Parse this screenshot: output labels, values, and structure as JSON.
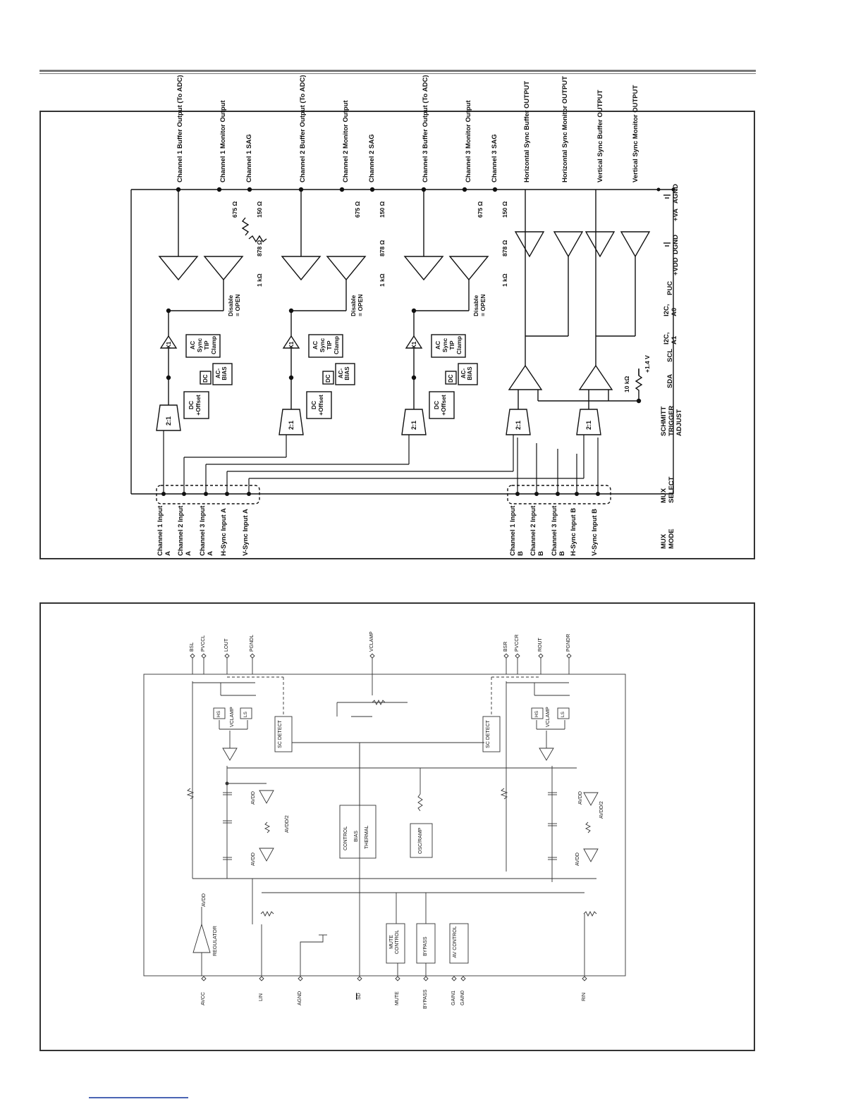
{
  "figure1": {
    "top_labels": [
      "Channel 1 Buffer Output (To ADC)",
      "Channel 1 Monitor Output",
      "Channel 1 SAG",
      "Channel 2 Buffer Output (To ADC)",
      "Channel 2 Monitor Output",
      "Channel 2 SAG",
      "Channel 3 Buffer Output (To ADC)",
      "Channel 3 Monitor Output",
      "Channel 3 SAG",
      "Horizontal Sync Buffer OUTPUT",
      "Horizontal Sync Monitor OUTPUT",
      "Vertical Sync Buffer OUTPUT",
      "Vertical Sync Monitor OUTPUT"
    ],
    "input_labels_a": [
      "Channel 1 Input A",
      "Channel 2 Input A",
      "Channel 3 Input A",
      "H-Sync Input A",
      "V-Sync Input A"
    ],
    "input_labels_b": [
      "Channel 1 Input B",
      "Channel 2 Input B",
      "Channel 3 Input B",
      "H-Sync Input B",
      "V-Sync Input B"
    ],
    "bottom_pins": [
      "MUX MODE",
      "MUX SELECT",
      "SCHMITT TRIGGER ADJUST",
      "SDA",
      "SCL",
      "I2C, A1",
      "I2C, A0",
      "PUC",
      "+VDD",
      "DGND",
      "+VA",
      "AGND"
    ],
    "blocks": {
      "mux": "2:1",
      "buffer": "X1",
      "dc_offset": "DC +Offset",
      "dc": "DC",
      "ac_bias": "AC-BIAS",
      "ac_sync": "AC Sync TIP Clamp",
      "disable": "Disable = OPEN"
    },
    "resistors": [
      "675 Ω",
      "150 Ω",
      "878 Ω",
      "1 kΩ"
    ],
    "schmitt_r": "10 kΩ",
    "schmitt_v": "+1.4 V"
  },
  "figure2": {
    "top_pins_left": [
      "BSL",
      "PVCCL",
      "LOUT",
      "PGNDL"
    ],
    "top_pin_center": "VCLAMP",
    "top_pins_right": [
      "BSR",
      "PVCCR",
      "ROUT",
      "PGNDR"
    ],
    "bottom_pins": [
      "AVCC",
      "LIN",
      "AGND",
      "SD",
      "MUTE",
      "BYPASS",
      "GAIN1",
      "GAIN0",
      "RIN"
    ],
    "blocks": {
      "sc_detect": "SC DETECT",
      "control": [
        "CONTROL",
        "BIAS",
        "THERMAL"
      ],
      "osc": "OSC/RAMP",
      "mute": "MUTE CONTROL",
      "bypass": "BYPASS",
      "av": "AV CONTROL",
      "regulator": "REGULATOR",
      "avdd": "AVDD",
      "avdd2": "AVDD/2",
      "vclamp": "VCLAMP",
      "hs": "HS",
      "ls": "LS"
    }
  }
}
